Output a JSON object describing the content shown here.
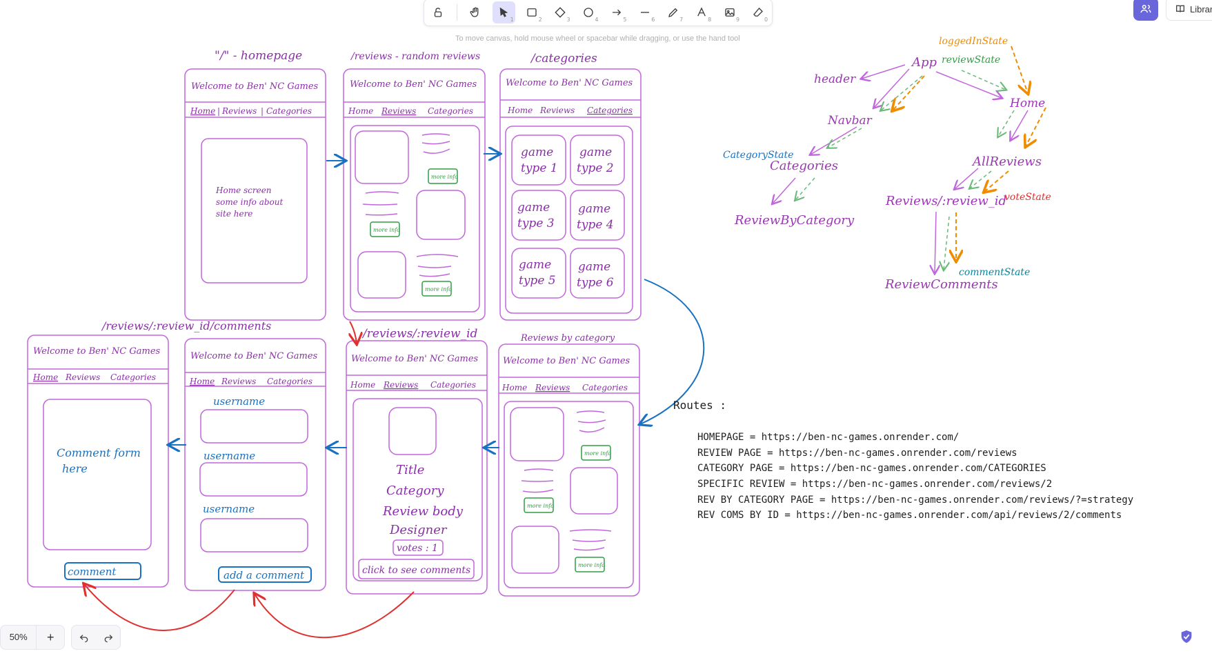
{
  "toolbar": {
    "tools": [
      {
        "name": "lock",
        "num": ""
      },
      {
        "name": "hand",
        "num": ""
      },
      {
        "name": "selection",
        "num": "1"
      },
      {
        "name": "rectangle",
        "num": "2"
      },
      {
        "name": "diamond",
        "num": "3"
      },
      {
        "name": "ellipse",
        "num": "4"
      },
      {
        "name": "arrow",
        "num": "5"
      },
      {
        "name": "line",
        "num": "6"
      },
      {
        "name": "draw",
        "num": "7"
      },
      {
        "name": "text",
        "num": "8"
      },
      {
        "name": "image",
        "num": "9"
      },
      {
        "name": "eraser",
        "num": "0"
      }
    ],
    "active_tool": "selection",
    "accent": "#6965db"
  },
  "hint": "To move canvas, hold mouse wheel or spacebar while dragging, or use the hand tool",
  "library_label": "Library",
  "zoom": {
    "value": "50%",
    "plus": "+"
  },
  "colors": {
    "purple": "#b94fd0",
    "text_purple": "#8a2fa8",
    "blue": "#1971c2",
    "red": "#e03131",
    "orange": "#f08c00",
    "green": "#2f9e44",
    "teal": "#0c8599",
    "black": "#1e1e1e"
  },
  "wireframes": {
    "header": "Welcome to Ben' NC Games",
    "nav": {
      "home": "Home",
      "reviews": "Reviews",
      "categories": "Categories",
      "sep": "|"
    },
    "homepage": {
      "title": "\"/\" - homepage",
      "body": [
        "Home screen",
        "some info about",
        "site here"
      ]
    },
    "reviews": {
      "title": "/reviews - random reviews",
      "more_info": "more info"
    },
    "categories": {
      "title": "/categories",
      "items": [
        [
          "game",
          "type 1"
        ],
        [
          "game",
          "type 2"
        ],
        [
          "game",
          "type 3"
        ],
        [
          "game",
          "type 4"
        ],
        [
          "game",
          "type 5"
        ],
        [
          "game",
          "type 6"
        ]
      ]
    },
    "comments_form": {
      "title": "/reviews/:review_id/comments",
      "body": [
        "Comment form",
        "here"
      ],
      "button": "comment"
    },
    "comments_list": {
      "username": "username",
      "button": "add a comment"
    },
    "single_review": {
      "title": "/reviews/:review_id",
      "fields": [
        "Title",
        "Category",
        "Review body",
        "Designer"
      ],
      "votes": "votes : 1",
      "button": "click to see comments"
    },
    "by_category": {
      "title": "Reviews by category"
    }
  },
  "tree": {
    "app": "App",
    "header": "header",
    "navbar": "Navbar",
    "home": "Home",
    "categories": "Categories",
    "all_reviews": "AllReviews",
    "review_by_category": "ReviewByCategory",
    "review_id": "Reviews/:review_id",
    "review_comments": "ReviewComments",
    "states": {
      "logged_in": "loggedInState",
      "review": "reviewState",
      "category": "CategoryState",
      "vote": "voteState",
      "comment": "commentState"
    }
  },
  "routes": {
    "title": "Routes :",
    "lines": [
      "HOMEPAGE = https://ben-nc-games.onrender.com/",
      "REVIEW PAGE = https://ben-nc-games.onrender.com/reviews",
      "CATEGORY PAGE = https://ben-nc-games.onrender.com/CATEGORIES",
      "SPECIFIC REVIEW = https://ben-nc-games.onrender.com/reviews/2",
      "REV BY CATEGORY PAGE = https://ben-nc-games.onrender.com/reviews/?=strategy",
      "REV COMS BY ID = https://ben-nc-games.onrender.com/api/reviews/2/comments"
    ]
  }
}
